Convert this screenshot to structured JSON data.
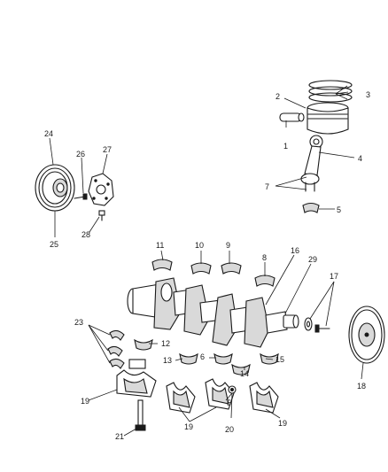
{
  "callouts": {
    "c1": "1",
    "c2": "2",
    "c3": "3",
    "c4": "4",
    "c5a": "5",
    "c5b": "5",
    "c6": "6",
    "c7": "7",
    "c8": "8",
    "c9": "9",
    "c10": "10",
    "c11": "11",
    "c12": "12",
    "c13": "13",
    "c14": "14",
    "c15": "15",
    "c16": "16",
    "c17": "17",
    "c18": "18",
    "c19a": "19",
    "c19b": "19",
    "c19c": "19",
    "c20": "20",
    "c21": "21",
    "c23": "23",
    "c24": "24",
    "c25": "25",
    "c26": "26",
    "c27": "27",
    "c28": "28",
    "c29": "29"
  }
}
